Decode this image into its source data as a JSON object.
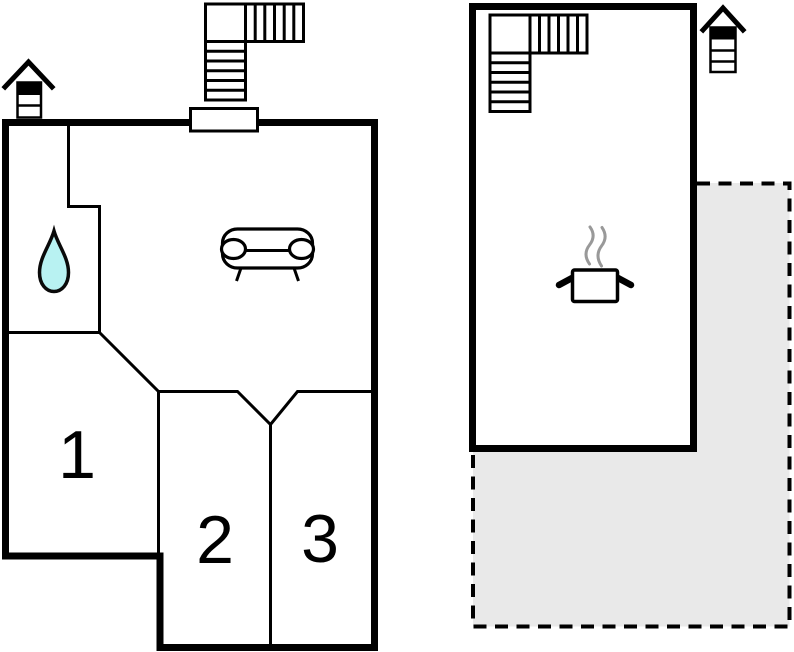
{
  "diagram": {
    "type": "floor-plan",
    "colors": {
      "wall": "#000000",
      "terrace_fill": "#e9e9e9",
      "water_drop_fill": "#b8f2f2",
      "steam_stroke": "#999999",
      "background": "#ffffff"
    },
    "left_plan": {
      "name": "main-floor",
      "rooms": [
        {
          "label": "1"
        },
        {
          "label": "2"
        },
        {
          "label": "3"
        }
      ],
      "icons": [
        "staircase-icon",
        "chimney-icon",
        "entrance-door-marker",
        "water-drop-icon",
        "sofa-icon"
      ]
    },
    "right_plan": {
      "name": "upper-floor",
      "icons": [
        "staircase-icon",
        "chimney-icon",
        "cooking-pot-icon",
        "steam-icon"
      ],
      "terrace": {
        "outline": "dashed"
      }
    }
  }
}
